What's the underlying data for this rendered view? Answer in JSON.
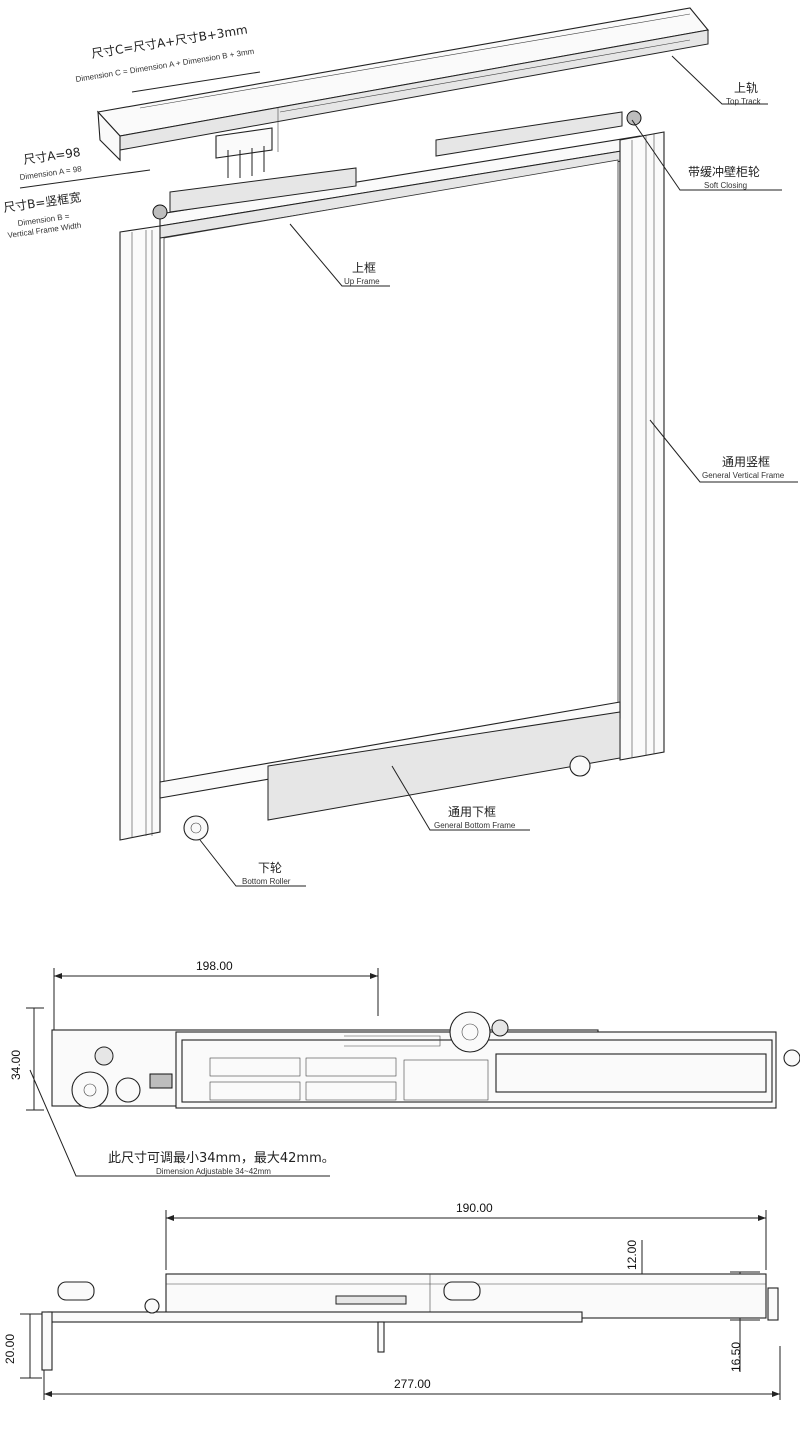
{
  "assembly": {
    "dimension_c": {
      "zh": "尺寸C=尺寸A+尺寸B+3mm",
      "en": "Dimension C = Dimension A + Dimension B + 3mm"
    },
    "dimension_a": {
      "zh": "尺寸A=98",
      "en": "Dimension A = 98"
    },
    "dimension_b": {
      "zh": "尺寸B=竖框宽",
      "en1": "Dimension B =",
      "en2": "Vertical Frame Width"
    },
    "top_track": {
      "zh": "上轨",
      "en": "Top Track"
    },
    "soft_closing": {
      "zh": "带缓冲壁柜轮",
      "en": "Soft Closing"
    },
    "up_frame": {
      "zh": "上框",
      "en": "Up Frame"
    },
    "vertical_frame": {
      "zh": "通用竖框",
      "en": "General Vertical Frame"
    },
    "bottom_frame": {
      "zh": "通用下框",
      "en": "General Bottom Frame"
    },
    "bottom_roller": {
      "zh": "下轮",
      "en": "Bottom Roller"
    }
  },
  "top_view": {
    "dim_width": "198.00",
    "dim_height": "34.00",
    "note_zh": "此尺寸可调最小34mm，最大42mm。",
    "note_en": "Dimension Adjustable 34~42mm"
  },
  "side_view": {
    "dim_top": "190.00",
    "dim_right_top": "12.00",
    "dim_left": "20.00",
    "dim_right_bottom": "16.50",
    "dim_total": "277.00"
  }
}
